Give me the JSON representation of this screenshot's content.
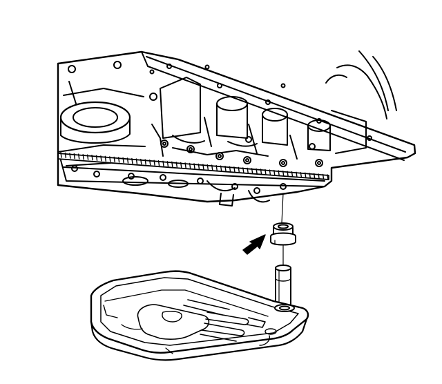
{
  "diagram": {
    "style": "black line art on white",
    "colors": {
      "line": "#000000",
      "background": "#ffffff"
    },
    "parts": [
      {
        "id": "transmission-case",
        "label": ""
      },
      {
        "id": "valve-body",
        "label": ""
      },
      {
        "id": "filter-seal",
        "label": ""
      },
      {
        "id": "filter-neck",
        "label": ""
      },
      {
        "id": "transmission-filter",
        "label": ""
      }
    ],
    "callouts": [
      {
        "id": "seal-arrow",
        "icon": "arrow-icon",
        "points_to": "filter-seal"
      }
    ]
  }
}
